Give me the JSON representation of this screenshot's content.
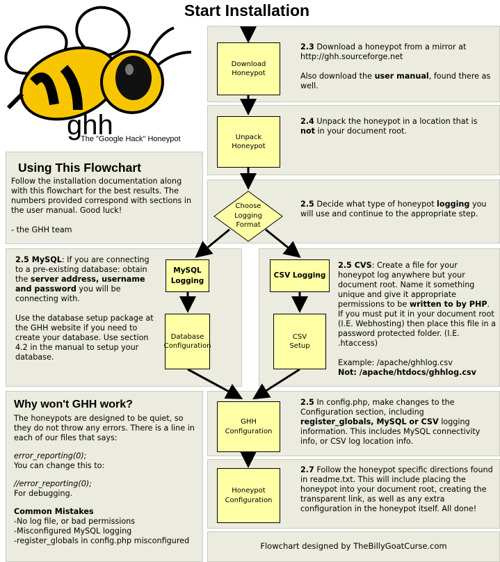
{
  "title": "Start Installation",
  "logo": {
    "name": "ghh",
    "subtitle": "The \"Google Hack\" Honeypot"
  },
  "using": {
    "heading": "Using This Flowchart",
    "body": "Follow the installation documentation along with this flowchart for the best results. The numbers provided correspond with sections in the user manual. Good luck!",
    "signoff": "- the GHH team"
  },
  "steps": {
    "download": {
      "box": "Download\nHoneypot",
      "num": "2.3",
      "text": "Download a honeypot from a mirror at http://ghh.sourceforge.net",
      "p2_pre": "Also download the ",
      "p2_bold": "user manual",
      "p2_post": ", found there as well."
    },
    "unpack": {
      "box": "Unpack\nHoneypot",
      "num": "2.4",
      "pre": "Unpack the honeypot in a location that is ",
      "bold": "not",
      "post": " in your document root."
    },
    "choose": {
      "box": "Choose\nLogging\nFormat",
      "num": "2.5",
      "pre": "Decide what type of honeypot ",
      "bold": "logging",
      "post": " you will use and continue to the appropriate step."
    },
    "mysql": {
      "box": "MySQL\nLogging",
      "box2": "Database\nConfiguration",
      "num": "2.5 MySQL",
      "t1": ": If you are connecting to a pre-existing database: obtain the ",
      "b1": "server address, username and password",
      "t2": " you will be connecting with.",
      "p2": "Use the database setup package at the GHH website if you need to create your database. Use section 4.2 in the manual to setup your database."
    },
    "csv": {
      "box": "CSV Logging",
      "box2": "CSV\nSetup",
      "num": "2.5 CVS",
      "t1": ": Create a file for your honeypot log anywhere but your document root. Name it something unique and give it appropriate permissions to be ",
      "b1": "written to by PHP",
      "t2": ". If you must put it in your document root (I.E. Webhosting) then place this file in a password protected folder. (I.E. .htaccess)",
      "example": "Example: /apache/ghhlog.csv",
      "not": "Not: /apache/htdocs/ghhlog.csv"
    },
    "ghhconfig": {
      "box": "GHH\nConfiguration",
      "num": "2.5",
      "t1": " In config.php, make changes to the Configuration section, including ",
      "b1": "register_globals, MySQL or CSV",
      "t2": " logging information. This includes MySQL connectivity info, or CSV log location info."
    },
    "honeypotconfig": {
      "box": "Honeypot\nConfiguration",
      "num": "2.7",
      "text": " Follow the honeypot specific directions found in readme.txt. This will include placing the honeypot into your document root, creating the transparent link, as well as any extra configuration in the honeypot itself. All done!"
    }
  },
  "why": {
    "heading": "Why won't GHH work?",
    "p1": "The honeypots are designed to be quiet, so they do not throw any errors. There is a line in each of our files that says:",
    "code1": "error_reporting(0);",
    "l1": "You can change this to:",
    "code2": "//error_reporting(0);",
    "l2": "For debugging.",
    "mistakes_heading": "Common Mistakes",
    "mistakes": [
      "-No log file, or bad permissions",
      "-Misconfigured MySQL logging",
      "-register_globals in config.php misconfigured"
    ]
  },
  "credit": "Flowchart designed by TheBillyGoatCurse.com",
  "colors": {
    "box_fill": "#ffffa6",
    "panel": "#ebebdf",
    "bee_yellow": "#f7c600"
  }
}
